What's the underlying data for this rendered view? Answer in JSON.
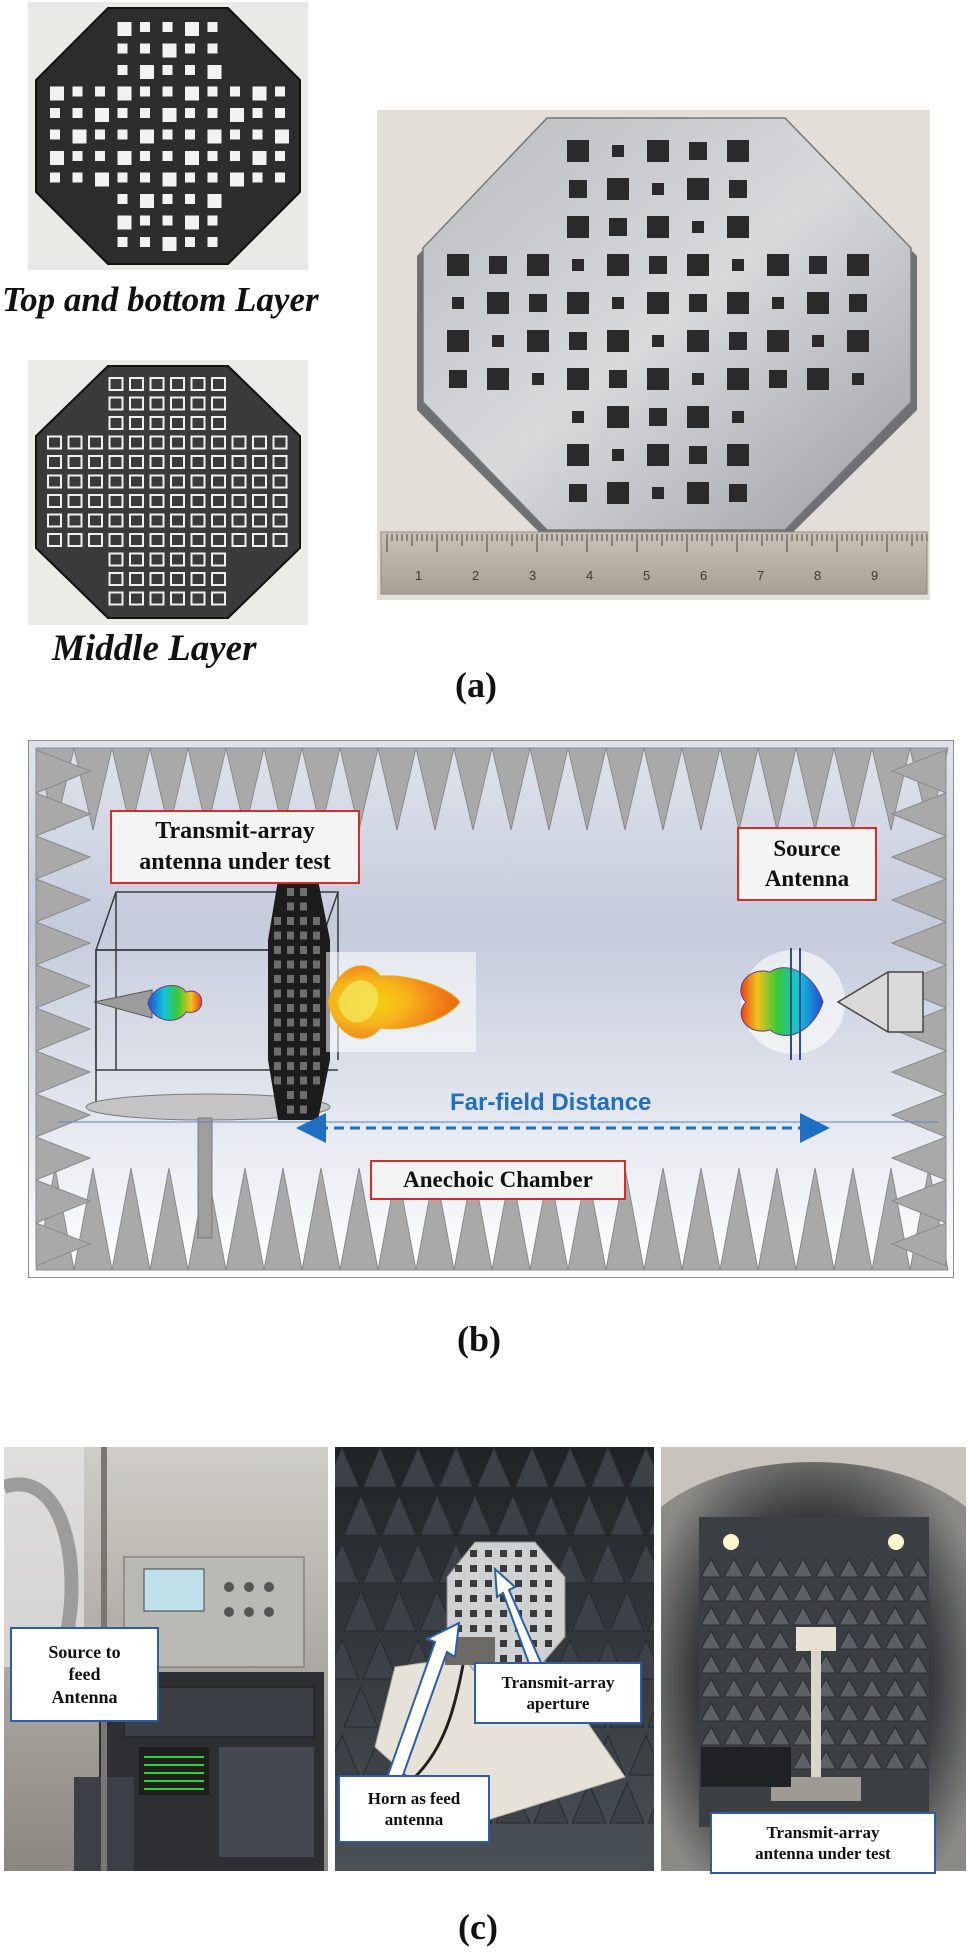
{
  "panel_a": {
    "label": "(a)",
    "top_bottom_caption": "Top and bottom Layer",
    "middle_caption": "Middle Layer",
    "ruler_numbers": [
      "1",
      "2",
      "3",
      "4",
      "5",
      "6",
      "7",
      "8",
      "9"
    ]
  },
  "panel_b": {
    "label": "(b)",
    "tx_label_line1": "Transmit-array",
    "tx_label_line2": "antenna under test",
    "source_line1": "Source",
    "source_line2": "Antenna",
    "distance_label": "Far-field Distance",
    "chamber_label": "Anechoic Chamber",
    "colors": {
      "box_border": "#d62b2b",
      "distance": "#1f6fc4",
      "absorber": "#a9a9a9"
    }
  },
  "panel_c": {
    "label": "(c)",
    "source_line1": "Source to",
    "source_line2": "feed",
    "source_line3": "Antenna",
    "horn_line1": "Horn as feed",
    "horn_line2": "antenna",
    "aperture_line1": "Transmit-array",
    "aperture_line2": "aperture",
    "aut_line1": "Transmit-array",
    "aut_line2": "antenna under test",
    "colors": {
      "box_border": "#2a5ea8"
    }
  }
}
